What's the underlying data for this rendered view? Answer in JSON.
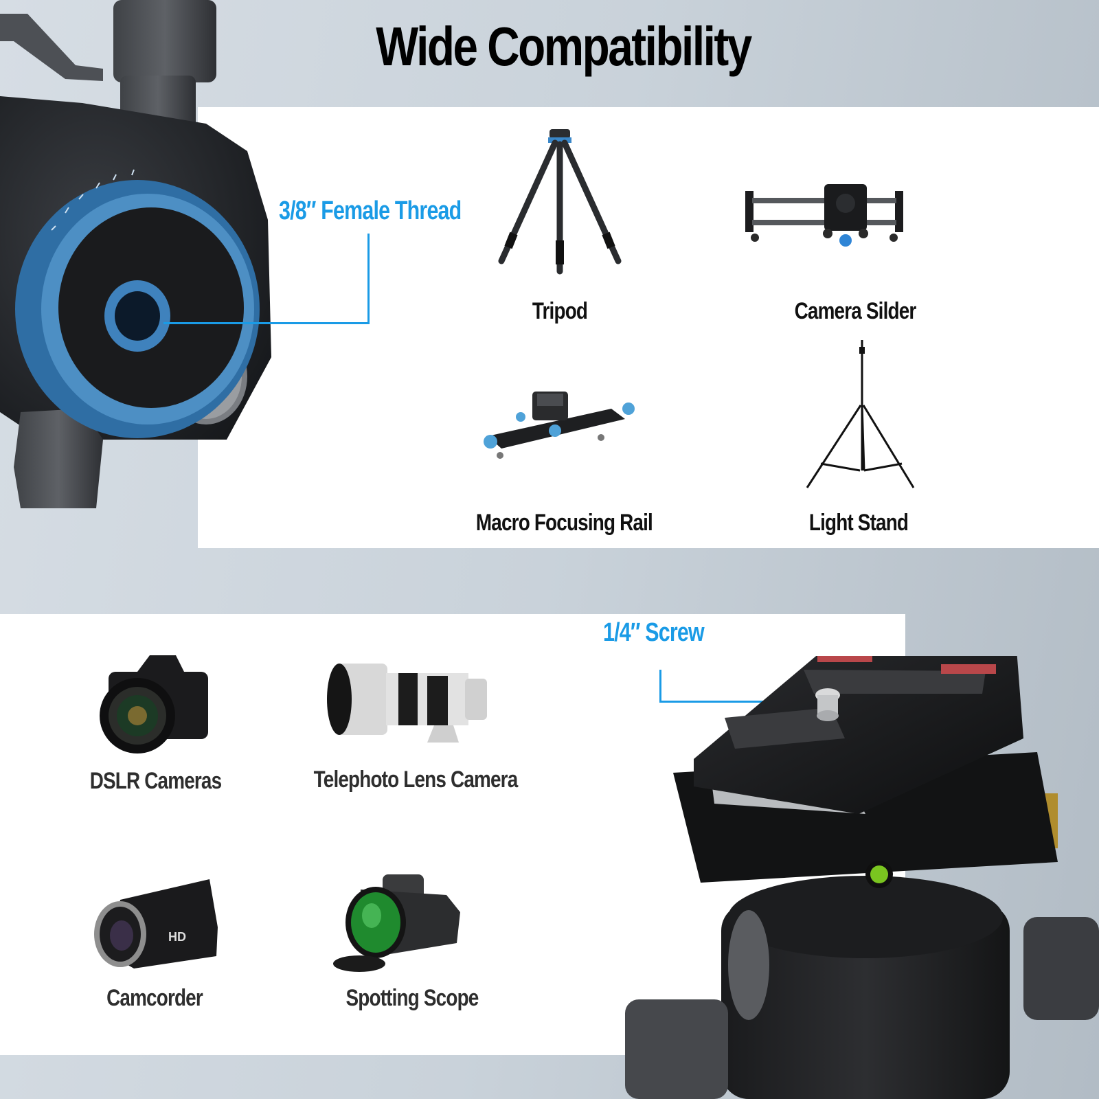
{
  "header": {
    "title": "Wide Compatibility"
  },
  "callouts": {
    "thread": "3/8″ Female Thread",
    "screw": "1/4″ Screw"
  },
  "top_panel": {
    "items": [
      {
        "label": "Tripod",
        "icon": "tripod-icon"
      },
      {
        "label": "Camera Silder",
        "icon": "camera-slider-icon"
      },
      {
        "label": "Macro Focusing Rail",
        "icon": "macro-focusing-rail-icon"
      },
      {
        "label": "Light Stand",
        "icon": "light-stand-icon"
      }
    ]
  },
  "bottom_panel": {
    "items": [
      {
        "label": "DSLR Cameras",
        "icon": "dslr-camera-icon"
      },
      {
        "label": "Telephoto Lens Camera",
        "icon": "telephoto-lens-icon"
      },
      {
        "label": "Camcorder",
        "icon": "camcorder-icon"
      },
      {
        "label": "Spotting Scope",
        "icon": "spotting-scope-icon"
      }
    ]
  },
  "colors": {
    "accent": "#1a9be6",
    "ring_blue": "#3d7fb5",
    "background": "#c9d2da",
    "panel": "#ffffff"
  }
}
